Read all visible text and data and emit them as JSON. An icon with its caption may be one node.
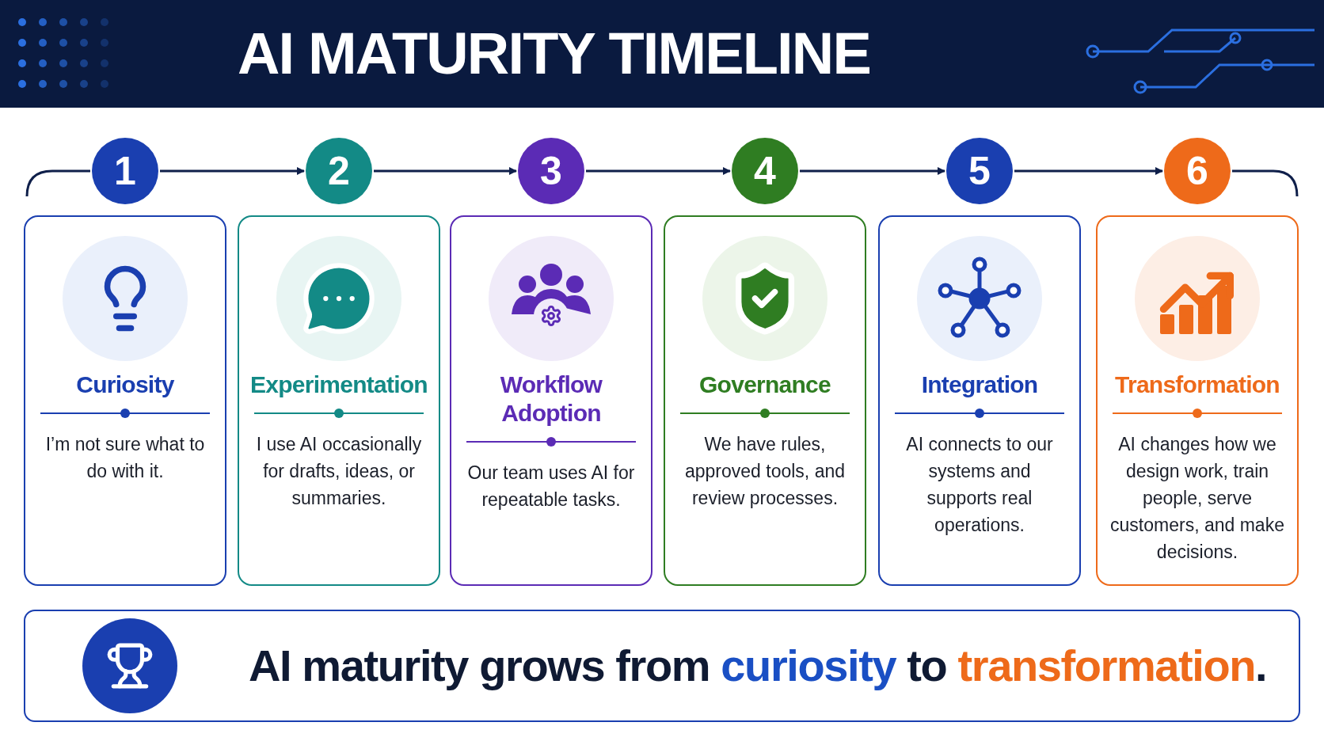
{
  "diagram": {
    "title": "AI MATURITY TIMELINE",
    "nodes": [
      {
        "text": [
          "1"
        ]
      },
      {
        "text": [
          "2"
        ]
      },
      {
        "text": [
          "3"
        ]
      },
      {
        "text": [
          "4"
        ]
      },
      {
        "text": [
          "5"
        ]
      },
      {
        "text": [
          "6"
        ]
      },
      {
        "text": [
          "Curiosity",
          "I’m not sure what to do with it."
        ]
      },
      {
        "text": [
          "Experimentation",
          "I use AI occasionally for drafts, ideas, or summaries."
        ]
      },
      {
        "text": [
          "Workflow Adoption",
          "Our team uses AI for repeatable tasks."
        ]
      },
      {
        "text": [
          "Governance",
          "We have rules, approved tools, and review processes."
        ]
      },
      {
        "text": [
          "Integration",
          "AI connects to our systems and supports real operations."
        ]
      },
      {
        "text": [
          "Transformation",
          "AI changes how we design work, train people, serve customers, and make decisions."
        ]
      },
      {
        "text": [
          "AI maturity grows from **curiosity** to **transformation**."
        ]
      }
    ],
    "edges": [
      {
        "from": 0,
        "to": 1,
        "arrow": "to"
      },
      {
        "from": 1,
        "to": 2,
        "arrow": "to"
      },
      {
        "from": 2,
        "to": 3,
        "arrow": "to"
      },
      {
        "from": 3,
        "to": 4,
        "arrow": "to"
      },
      {
        "from": 4,
        "to": 5,
        "arrow": "to"
      },
      {
        "from": null,
        "to": 0,
        "arrow": "none"
      },
      {
        "from": 5,
        "to": null,
        "arrow": "none"
      }
    ]
  }
}
